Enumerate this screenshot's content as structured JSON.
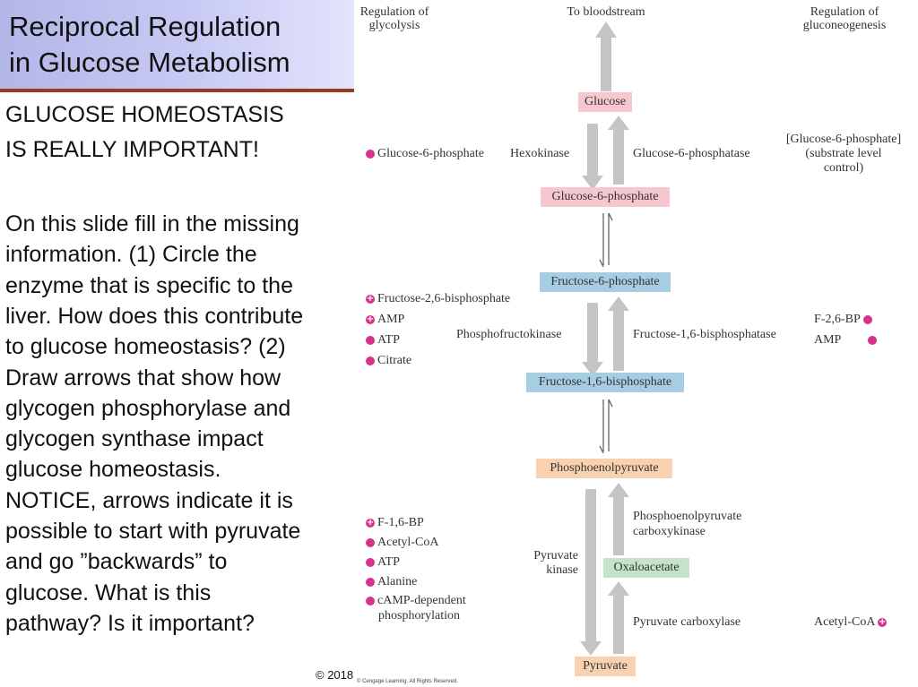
{
  "slide": {
    "title_lines": [
      "Reciprocal Regulation",
      "in Glucose Metabolism"
    ],
    "headline_lines": [
      "GLUCOSE HOMEOSTASIS",
      "IS REALLY IMPORTANT!"
    ],
    "body_lines": [
      "On this slide fill in the missing",
      "information. (1) Circle the",
      "enzyme that is specific to the",
      "liver. How does this contribute",
      "to glucose homeostasis? (2)",
      "Draw arrows that show how",
      "glycogen phosphorylase and",
      "glycogen synthase impact",
      "glucose homeostasis.",
      "NOTICE, arrows indicate it is",
      "possible to start with pyruvate",
      "and go ”backwards” to",
      "glucose. What is this",
      "pathway? Is it important?"
    ],
    "copyright": "© 2018",
    "copyright_small": "© Cengage Learning. All Rights Reserved."
  },
  "diagram": {
    "headers": {
      "glycolysis": [
        "Regulation of",
        "glycolysis"
      ],
      "bloodstream": "To bloodstream",
      "gluconeogenesis": [
        "Regulation of",
        "gluconeogenesis"
      ]
    },
    "metabolites": {
      "glucose": "Glucose",
      "g6p": "Glucose-6-phosphate",
      "f6p": "Fructose-6-phosphate",
      "f16bp": "Fructose-1,6-bisphosphate",
      "pep": "Phosphoenolpyruvate",
      "oaa": "Oxaloacetate",
      "pyruvate": "Pyruvate"
    },
    "enzymes": {
      "hexokinase": "Hexokinase",
      "g6pase": "Glucose-6-phosphatase",
      "pfk": "Phosphofructokinase",
      "fbpase": "Fructose-1,6-bisphosphatase",
      "pepck": [
        "Phosphoenolpyruvate",
        "carboxykinase"
      ],
      "pyruvate_kinase": [
        "Pyruvate",
        "kinase"
      ],
      "pyruvate_carboxylase": "Pyruvate carboxylase"
    },
    "regulators": {
      "hexokinase": [
        {
          "sign": "-",
          "name": "Glucose-6-phosphate"
        }
      ],
      "g6pase": [
        "[Glucose-6-phosphate]",
        "(substrate level",
        "control)"
      ],
      "pfk": [
        {
          "sign": "+",
          "name": "Fructose-2,6-bisphosphate"
        },
        {
          "sign": "+",
          "name": "AMP"
        },
        {
          "sign": "-",
          "name": "ATP"
        },
        {
          "sign": "-",
          "name": "Citrate"
        }
      ],
      "fbpase": [
        {
          "sign": "-",
          "name": "F-2,6-BP"
        },
        {
          "sign": "-",
          "name": "AMP"
        }
      ],
      "pyruvate_kinase": [
        {
          "sign": "+",
          "name": "F-1,6-BP"
        },
        {
          "sign": "-",
          "name": "Acetyl-CoA"
        },
        {
          "sign": "-",
          "name": "ATP"
        },
        {
          "sign": "-",
          "name": "Alanine"
        },
        {
          "sign": "-",
          "name": "cAMP-dependent"
        }
      ],
      "pyruvate_kinase_extra": "phosphorylation",
      "pyruvate_carboxylase": [
        {
          "sign": "+",
          "name": "Acetyl-CoA"
        }
      ]
    },
    "colors": {
      "glucose_boxes": "#f6c7cf",
      "fructose_boxes": "#a6cde2",
      "pep_pyruvate_boxes": "#f8d2b0",
      "oaa_box": "#c4e3c7",
      "arrows": "#c4c4c4",
      "inhibitor_bullet": "#d8318e"
    }
  }
}
